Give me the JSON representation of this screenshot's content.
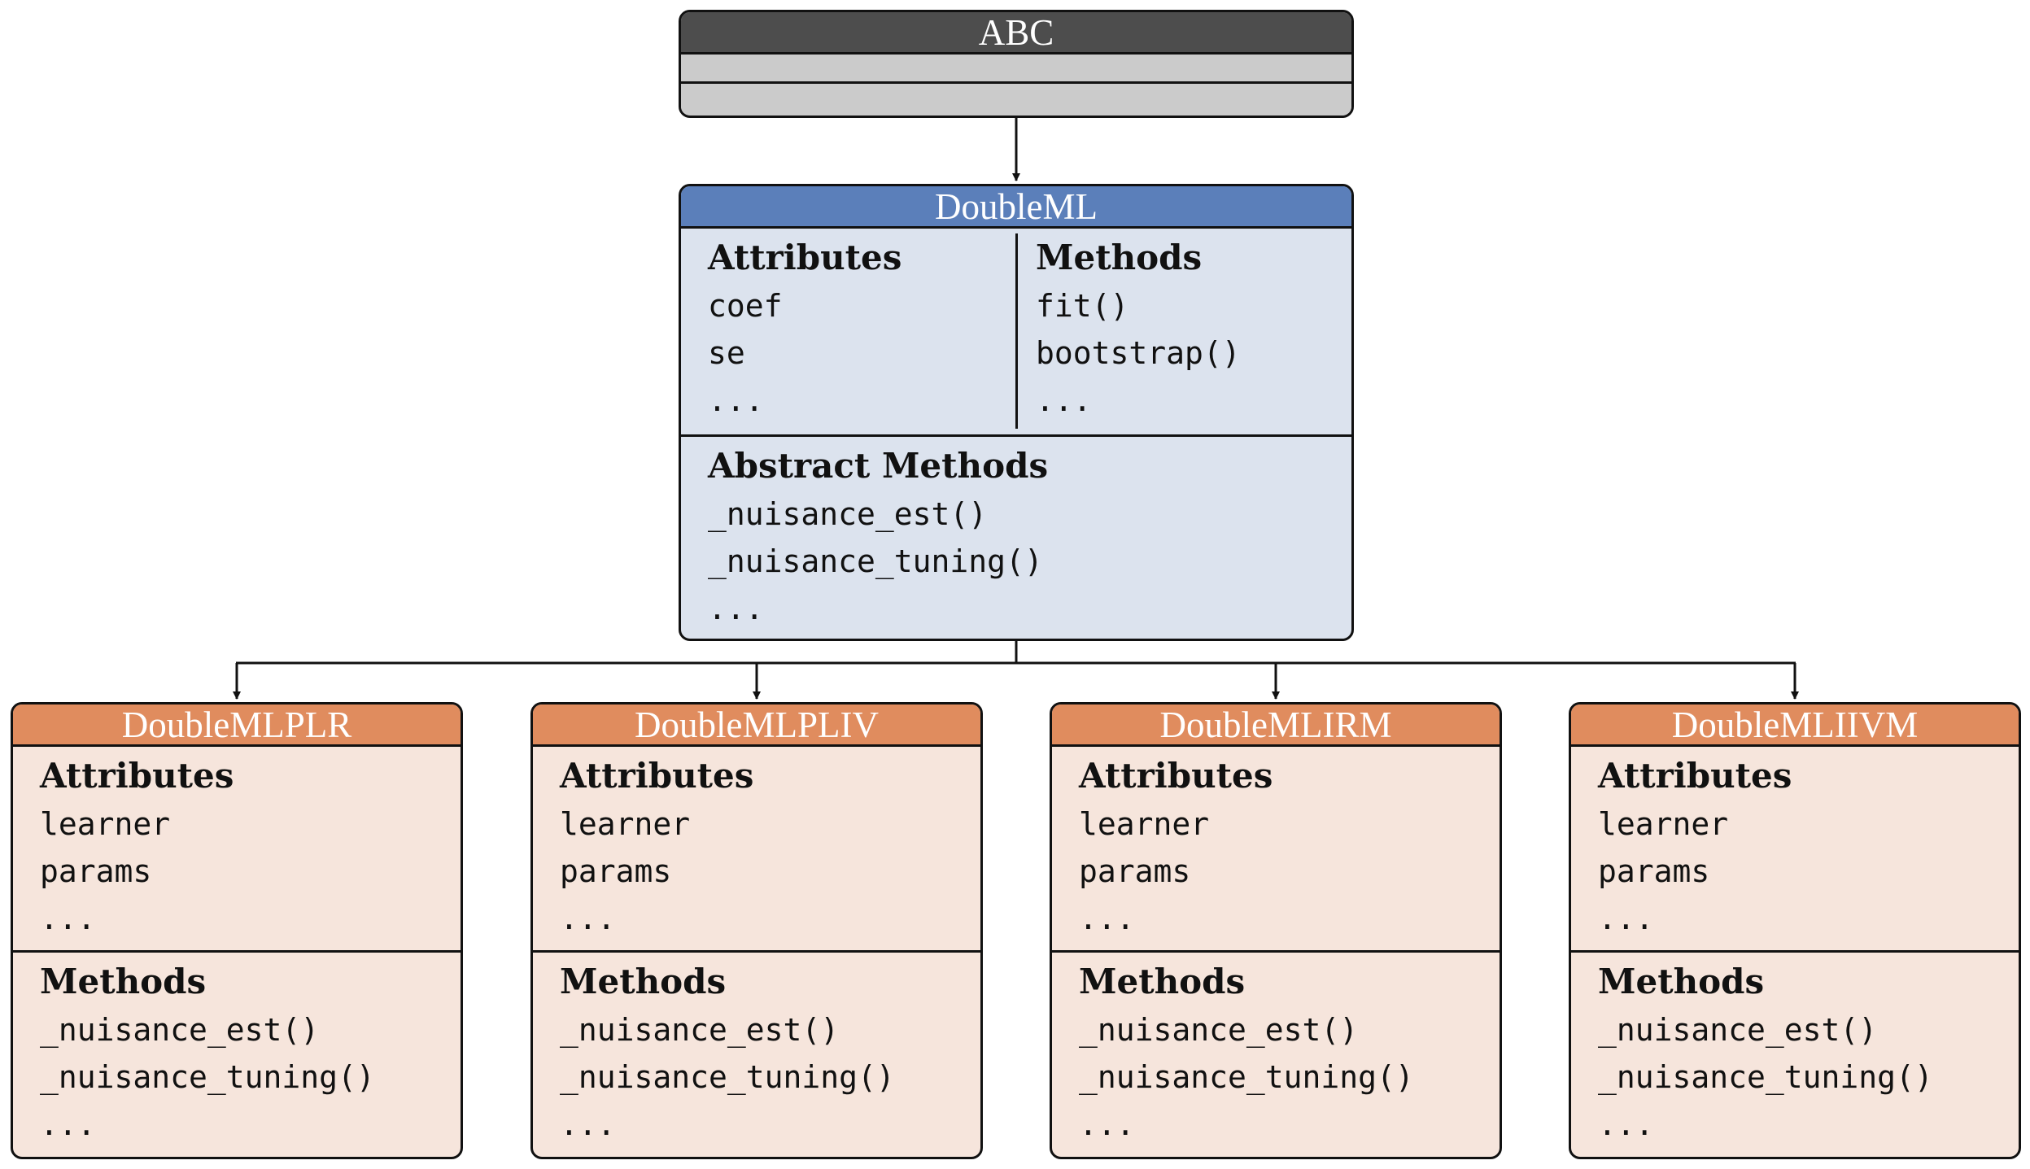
{
  "abc": {
    "title": "ABC"
  },
  "doubleml": {
    "title": "DoubleML",
    "attributes_title": "Attributes",
    "attributes": [
      "coef",
      "se",
      "..."
    ],
    "methods_title": "Methods",
    "methods": [
      "fit()",
      "bootstrap()",
      "..."
    ],
    "abstract_title": "Abstract Methods",
    "abstract_methods": [
      "_nuisance_est()",
      "_nuisance_tuning()",
      "..."
    ]
  },
  "children": [
    {
      "title": "DoubleMLPLR",
      "attributes_title": "Attributes",
      "attributes": [
        "learner",
        "params",
        "..."
      ],
      "methods_title": "Methods",
      "methods": [
        "_nuisance_est()",
        "_nuisance_tuning()",
        "..."
      ]
    },
    {
      "title": "DoubleMLPLIV",
      "attributes_title": "Attributes",
      "attributes": [
        "learner",
        "params",
        "..."
      ],
      "methods_title": "Methods",
      "methods": [
        "_nuisance_est()",
        "_nuisance_tuning()",
        "..."
      ]
    },
    {
      "title": "DoubleMLIRM",
      "attributes_title": "Attributes",
      "attributes": [
        "learner",
        "params",
        "..."
      ],
      "methods_title": "Methods",
      "methods": [
        "_nuisance_est()",
        "_nuisance_tuning()",
        "..."
      ]
    },
    {
      "title": "DoubleMLIIVM",
      "attributes_title": "Attributes",
      "attributes": [
        "learner",
        "params",
        "..."
      ],
      "methods_title": "Methods",
      "methods": [
        "_nuisance_est()",
        "_nuisance_tuning()",
        "..."
      ]
    }
  ],
  "colors": {
    "abc_header": "#4d4d4d",
    "abc_body": "#cbcbcb",
    "doubleml_header": "#5b7fba",
    "doubleml_body": "#dce3ee",
    "child_header": "#e08c5e",
    "child_body": "#f6e5dc"
  }
}
